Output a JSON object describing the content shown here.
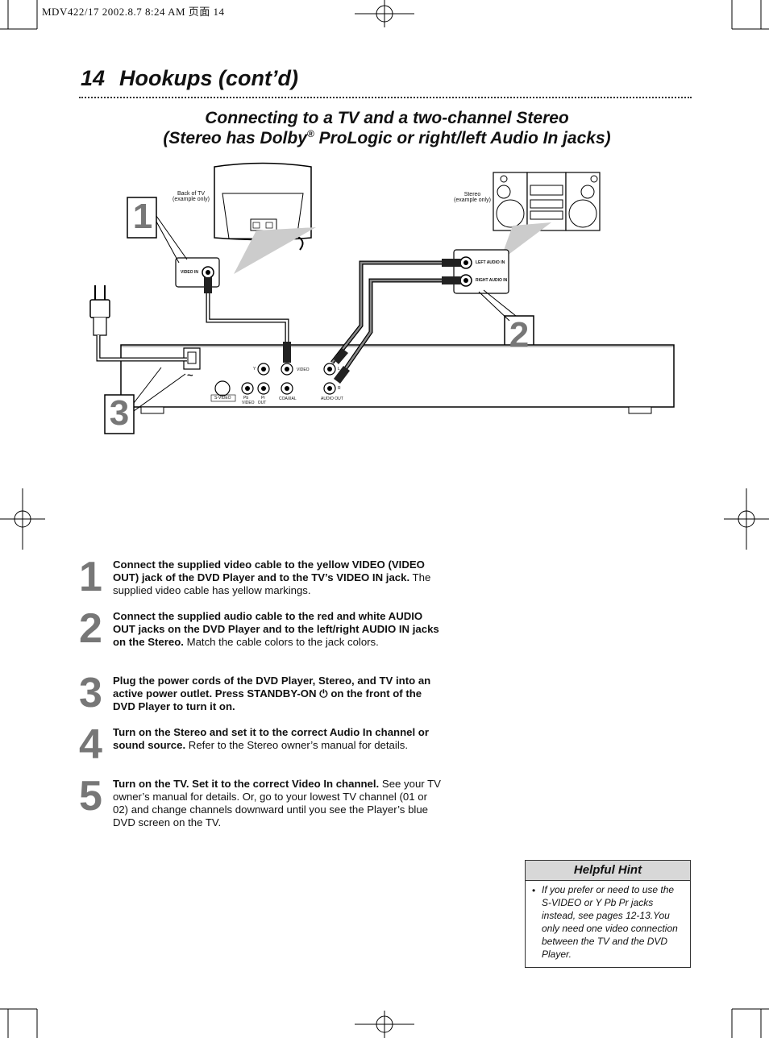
{
  "slug": "MDV422/17  2002.8.7  8:24 AM 页面 14",
  "header": {
    "page_number": "14",
    "title": "Hookups (cont’d)"
  },
  "subtitle": {
    "line1": "Connecting to a TV and a two-channel Stereo",
    "line2_a": "(Stereo has Dolby",
    "line2_reg": "®",
    "line2_b": " ProLogic or right/left Audio In jacks)"
  },
  "diagram": {
    "tv_label": "Back of TV\n(example only)",
    "stereo_label": "Stereo\n(example only)",
    "video_in": "VIDEO IN",
    "left_audio_in": "LEFT AUDIO IN",
    "right_audio_in": "RIGHT AUDIO IN",
    "callouts": [
      "1",
      "2",
      "3"
    ],
    "player_labels": {
      "svideo": "S-VIDEO",
      "pb": "Pb",
      "pr": "Pr",
      "y": "Y",
      "video": "VIDEO",
      "video_out": "VIDEO   OUT",
      "coaxial": "COAXIAL",
      "audio_out": "AUDIO OUT",
      "l": "L",
      "r": "R",
      "ac": "~"
    }
  },
  "steps": [
    {
      "num": "1",
      "bold": "Connect the supplied video cable to the yellow VIDEO (VIDEO OUT) jack of the DVD Player and to the TV’s VIDEO IN jack.",
      "normal": "  The supplied video cable has yellow markings."
    },
    {
      "num": "2",
      "bold": "Connect the supplied audio cable to the red and white AUDIO OUT jacks on the DVD Player and to the left/right AUDIO IN jacks on the Stereo.",
      "normal": " Match the cable colors to the jack colors."
    },
    {
      "num": "3",
      "bold": "Plug the power cords of the DVD Player, Stereo, and TV into an active power outlet.  Press STANDBY-ON ⏻ on the front of the DVD Player to turn it on.",
      "normal": ""
    },
    {
      "num": "4",
      "bold": "Turn on the Stereo and set it to the correct Audio In channel or sound source.",
      "normal": " Refer to the Stereo owner’s manual for details."
    },
    {
      "num": "5",
      "bold": "Turn on the TV. Set it to the correct Video In channel.",
      "normal": " See your TV owner’s manual for details. Or, go to your lowest TV channel (01 or 02) and change channels downward until you see the Player’s blue DVD screen on the TV."
    }
  ],
  "hint": {
    "title": "Helpful Hint",
    "bullet": "•",
    "text": "If you prefer or need to use the S-VIDEO or Y Pb Pr jacks instead, see pages 12-13.You only need one video connection between the TV and the DVD Player."
  }
}
